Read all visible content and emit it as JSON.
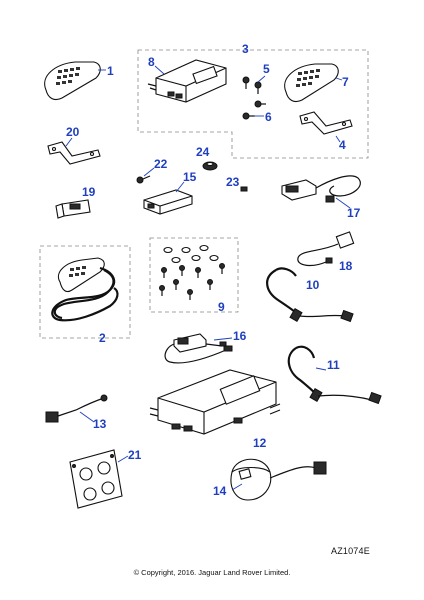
{
  "callouts": {
    "c1": "1",
    "c2": "2",
    "c3": "3",
    "c4": "4",
    "c5": "5",
    "c6": "6",
    "c7": "7",
    "c8": "8",
    "c9": "9",
    "c10": "10",
    "c11": "11",
    "c12": "12",
    "c13": "13",
    "c14": "14",
    "c15": "15",
    "c16": "16",
    "c17": "17",
    "c18": "18",
    "c19": "19",
    "c20": "20",
    "c21": "21",
    "c22": "22",
    "c23": "23",
    "c24": "24"
  },
  "footer": {
    "reference_code": "AZ1074E",
    "copyright": "© Copyright, 2016. Jaguar Land Rover Limited."
  },
  "colors": {
    "callout": "#1f3fbf",
    "line": "#111111"
  }
}
